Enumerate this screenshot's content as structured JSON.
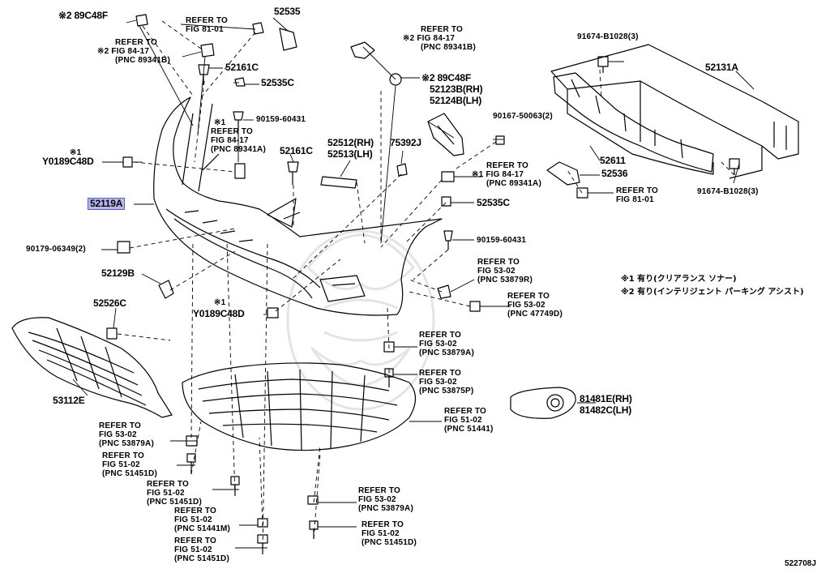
{
  "diagram_id": "522708J",
  "notes": [
    "※1 有り(クリアランス ソナー)",
    "※2 有り(インテリジェント パーキング アシスト)"
  ],
  "parts": {
    "p89c48f_top": "※2 89C48F",
    "p52535": "52535",
    "p52161c_a": "52161C",
    "p52535c_a": "52535C",
    "p90159_a": "90159-60431",
    "p52161c_b": "52161C",
    "y0189c48d_a_mark": "※1",
    "y0189c48d_a": "Y0189C48D",
    "p52119a": "52119A",
    "p90179": "90179-06349(2)",
    "p52129b": "52129B",
    "y0189c48d_b_mark": "※1",
    "y0189c48d_b": "Y0189C48D",
    "p52526c": "52526C",
    "p53112e": "53112E",
    "p52512": "52512(RH)",
    "p52513": "52513(LH)",
    "p75392j": "75392J",
    "p89c48f_mid": "※2 89C48F",
    "p52123b": "52123B(RH)",
    "p52124b": "52124B(LH)",
    "p90167": "90167-50063(2)",
    "p52535c_b": "52535C",
    "p90159_b": "90159-60431",
    "p91674_top": "91674-B1028(3)",
    "p52131a": "52131A",
    "p52611": "52611",
    "p52536": "52536",
    "p91674_bot": "91674-B1028(3)",
    "p81481e": "81481E(RH)",
    "p81482c": "81482C(LH)"
  },
  "refs": {
    "r_fig81_top": [
      "REFER TO",
      "FIG 81-01"
    ],
    "r_fig84_left": [
      "REFER TO",
      "※2 FIG 84-17",
      "(PNC 89341B)"
    ],
    "r_fig84_center_mark": "※1",
    "r_fig84_center": [
      "REFER TO",
      "FIG 84-17",
      "(PNC 89341A)"
    ],
    "r_fig84_right": [
      "REFER TO",
      "※2 FIG 84-17",
      "(PNC 89341B)"
    ],
    "r_fig84_far": [
      "REFER TO",
      "※1 FIG 84-17",
      "(PNC 89341A)"
    ],
    "r_fig81_right": [
      "REFER TO",
      "FIG 81-01"
    ],
    "r_fig53_r": [
      "REFER TO",
      "FIG 53-02",
      "(PNC 53879R)"
    ],
    "r_fig53_d": [
      "REFER TO",
      "FIG 53-02",
      "(PNC 47749D)"
    ],
    "r_fig53_a_mid": [
      "REFER TO",
      "FIG 53-02",
      "(PNC 53879A)"
    ],
    "r_fig53_p": [
      "REFER TO",
      "FIG 53-02",
      "(PNC 53875P)"
    ],
    "r_fig51_1441": [
      "REFER TO",
      "FIG 51-02",
      "(PNC 51441)"
    ],
    "r_fig53_a_left": [
      "REFER TO",
      "FIG 53-02",
      "(PNC 53879A)"
    ],
    "r_fig51_d1": [
      "REFER TO",
      "FIG 51-02",
      "(PNC 51451D)"
    ],
    "r_fig51_d2": [
      "REFER TO",
      "FIG 51-02",
      "(PNC 51451D)"
    ],
    "r_fig51_m": [
      "REFER TO",
      "FIG 51-02",
      "(PNC 51441M)"
    ],
    "r_fig51_d3": [
      "REFER TO",
      "FIG 51-02",
      "(PNC 51451D)"
    ],
    "r_fig53_a_bot": [
      "REFER TO",
      "FIG 53-02",
      "(PNC 53879A)"
    ],
    "r_fig51_d4": [
      "REFER TO",
      "FIG 51-02",
      "(PNC 51451D)"
    ]
  },
  "colors": {
    "highlight_fill": "#b7b9ec",
    "highlight_border": "#5b5fc4",
    "line": "#000000",
    "watermark": "#e6e6e6"
  }
}
